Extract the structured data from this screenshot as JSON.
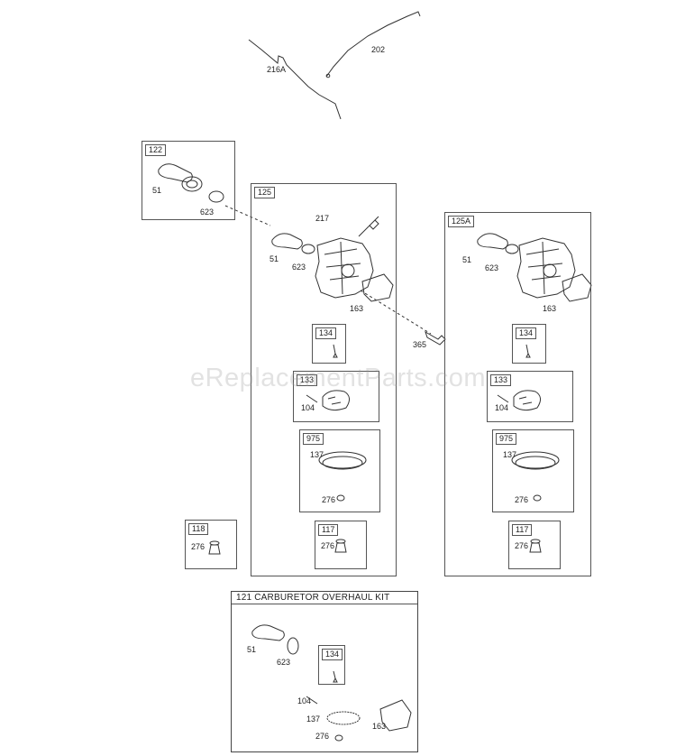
{
  "watermark": "eReplacementParts.com",
  "parts": {
    "p216A": "216A",
    "p202": "202",
    "p217": "217",
    "p365": "365"
  },
  "boxes": {
    "b122": {
      "tag": "122",
      "l51": "51",
      "l623": "623"
    },
    "b125": {
      "tag": "125",
      "l51": "51",
      "l623": "623",
      "l163": "163",
      "b134": {
        "tag": "134"
      },
      "b133": {
        "tag": "133",
        "l104": "104"
      },
      "b975": {
        "tag": "975",
        "l137": "137",
        "l276": "276"
      },
      "b117": {
        "tag": "117",
        "l276": "276"
      }
    },
    "b125A": {
      "tag": "125A",
      "l51": "51",
      "l623": "623",
      "l163": "163",
      "b134": {
        "tag": "134"
      },
      "b133": {
        "tag": "133",
        "l104": "104"
      },
      "b975": {
        "tag": "975",
        "l137": "137",
        "l276": "276"
      },
      "b117": {
        "tag": "117",
        "l276": "276"
      }
    },
    "b118": {
      "tag": "118",
      "l276": "276"
    },
    "kit": {
      "title": "121 CARBURETOR OVERHAUL KIT",
      "l51": "51",
      "l623": "623",
      "l104": "104",
      "l137": "137",
      "l276": "276",
      "l163": "163",
      "b134": {
        "tag": "134"
      }
    }
  }
}
